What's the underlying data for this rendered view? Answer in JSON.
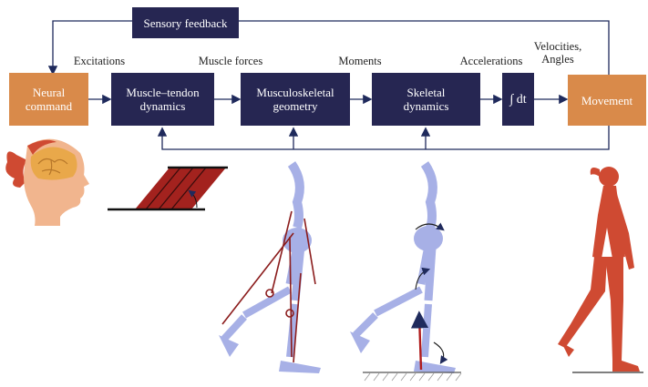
{
  "colors": {
    "navy": "#262652",
    "orange": "#d98a4a",
    "arrow": "#1f2a5c",
    "figure_red": "#cf4a32",
    "skeleton": "#a7b0e6",
    "muscle": "#8b1c1c"
  },
  "boxes": {
    "sensory_feedback": "Sensory feedback",
    "neural_command": [
      "Neural",
      "command"
    ],
    "muscle_tendon": [
      "Muscle–tendon",
      "dynamics"
    ],
    "musculoskeletal": [
      "Musculoskeletal",
      "geometry"
    ],
    "skeletal": [
      "Skeletal",
      "dynamics"
    ],
    "integrator": "∫ dt",
    "movement": "Movement"
  },
  "labels": {
    "excitations": "Excitations",
    "muscle_forces": "Muscle forces",
    "moments": "Moments",
    "accelerations": "Accelerations",
    "velocities_angles": [
      "Velocities,",
      "Angles"
    ]
  },
  "illustrations": {
    "head": "head-with-brain-illustration",
    "muscle_model": "muscle-fiber-pennation-illustration",
    "musculoskeletal_leg": "leg-with-muscle-paths-illustration",
    "skeletal_leg": "leg-with-joint-moments-illustration",
    "walking_person": "walking-woman-silhouette"
  }
}
